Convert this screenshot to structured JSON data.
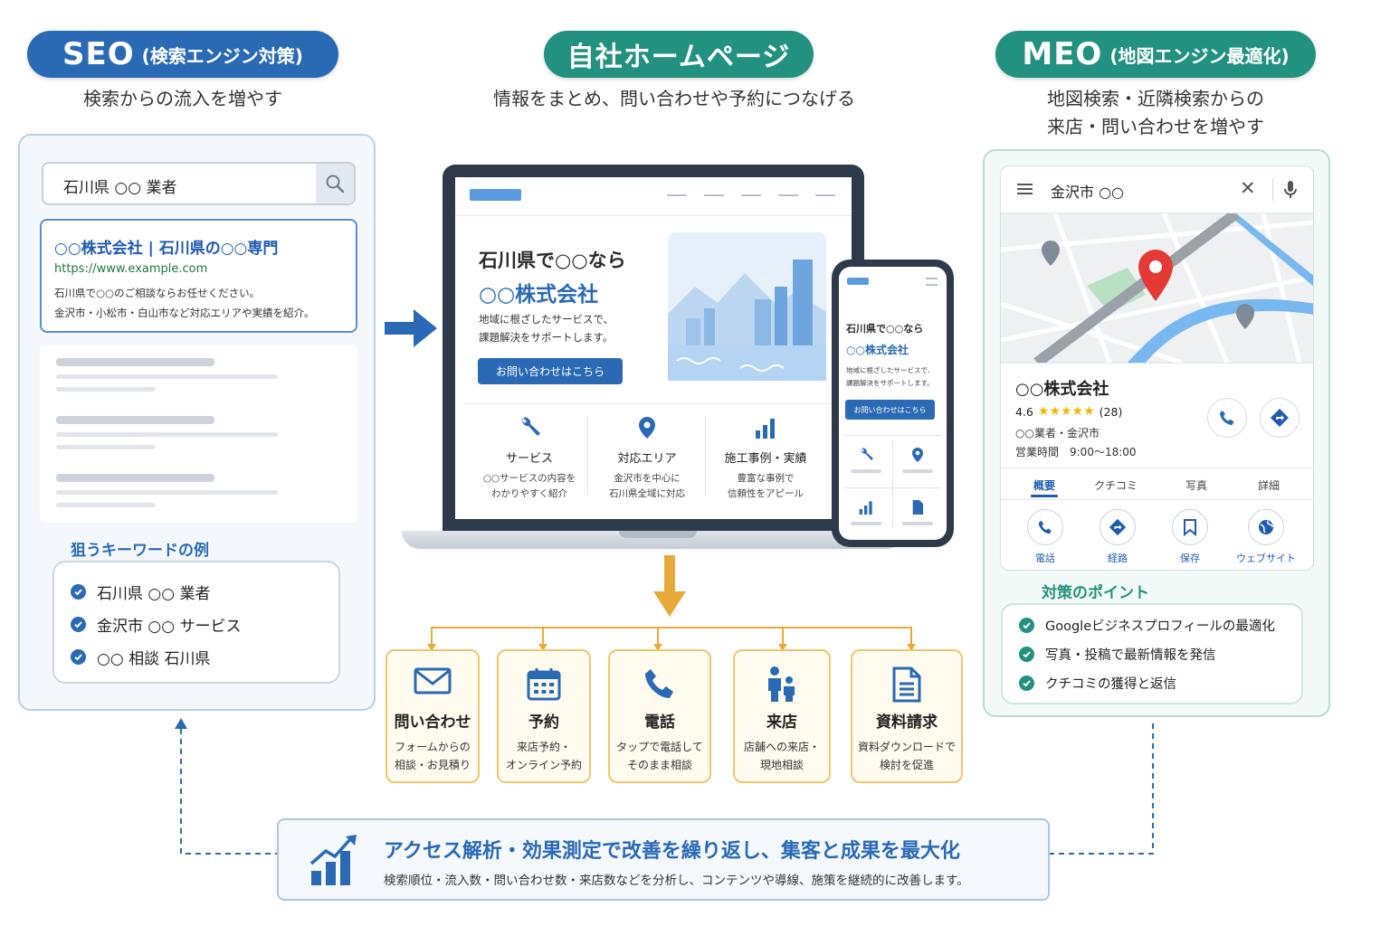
{
  "seo": {
    "title": "SEO",
    "title_sub": "(検索エンジン対策)",
    "subtitle": "検索からの流入を増やす",
    "search_query": "石川県 ○○ 業者",
    "result_title": "○○株式会社 | 石川県の○○専門",
    "result_url": "https://www.example.com",
    "result_desc1": "石川県で○○のご相談ならお任せください。",
    "result_desc2": "金沢市・小松市・白山市など対応エリアや実績を紹介。",
    "keywords_heading": "狙うキーワードの例",
    "keywords": [
      "石川県 ○○ 業者",
      "金沢市 ○○ サービス",
      "○○ 相談 石川県"
    ]
  },
  "hp": {
    "title": "自社ホームページ",
    "subtitle": "情報をまとめ、問い合わせや予約につなげる",
    "hero_line1": "石川県で○○なら",
    "hero_line2": "○○株式会社",
    "hero_desc1": "地域に根ざしたサービスで、",
    "hero_desc2": "課題解決をサポートします。",
    "cta": "お問い合わせはこちら",
    "features": [
      {
        "title": "サービス",
        "d1": "○○サービスの内容を",
        "d2": "わかりやすく紹介"
      },
      {
        "title": "対応エリア",
        "d1": "金沢市を中心に",
        "d2": "石川県全域に対応"
      },
      {
        "title": "施工事例・実績",
        "d1": "豊富な事例で",
        "d2": "信頼性をアピール"
      }
    ],
    "phone_line1": "石川県で○○なら",
    "phone_line2": "○○株式会社",
    "phone_desc1": "地域に根ざしたサービスで、",
    "phone_desc2": "課題解決をサポートします。",
    "phone_cta": "お問い合わせはこちら"
  },
  "meo": {
    "title": "MEO",
    "title_sub": "(地図エンジン最適化)",
    "subtitle1": "地図検索・近隣検索からの",
    "subtitle2": "来店・問い合わせを増やす",
    "search_query": "金沢市 ○○",
    "biz_name": "○○株式会社",
    "rating": "4.6",
    "stars": "★★★★★",
    "reviews": "(28)",
    "category": "○○業者・金沢市",
    "hours": "営業時間　9:00〜18:00",
    "tabs": [
      "概要",
      "クチコミ",
      "写真",
      "詳細"
    ],
    "actions": [
      "電話",
      "経路",
      "保存",
      "ウェブサイト"
    ],
    "points_heading": "対策のポイント",
    "points": [
      "Googleビジネスプロフィールの最適化",
      "写真・投稿で最新情報を発信",
      "クチコミの獲得と返信"
    ]
  },
  "outcomes": [
    {
      "title": "問い合わせ",
      "d1": "フォームからの",
      "d2": "相談・お見積り",
      "icon": "mail-icon"
    },
    {
      "title": "予約",
      "d1": "来店予約・",
      "d2": "オンライン予約",
      "icon": "calendar-icon"
    },
    {
      "title": "電話",
      "d1": "タップで電話して",
      "d2": "そのまま相談",
      "icon": "phone-icon"
    },
    {
      "title": "来店",
      "d1": "店舗への来店・",
      "d2": "現地相談",
      "icon": "people-icon"
    },
    {
      "title": "資料請求",
      "d1": "資料ダウンロードで",
      "d2": "検討を促進",
      "icon": "document-icon"
    }
  ],
  "analytics": {
    "title": "アクセス解析・効果測定で改善を繰り返し、集客と成果を最大化",
    "desc": "検索順位・流入数・問い合わせ数・来店数などを分析し、コンテンツや導線、施策を継続的に改善します。"
  },
  "colors": {
    "blue": "#2a6ab5",
    "teal": "#23917f",
    "orange": "#e9a93a",
    "card_border": "#f0c66b",
    "map_pin": "#e53935"
  }
}
